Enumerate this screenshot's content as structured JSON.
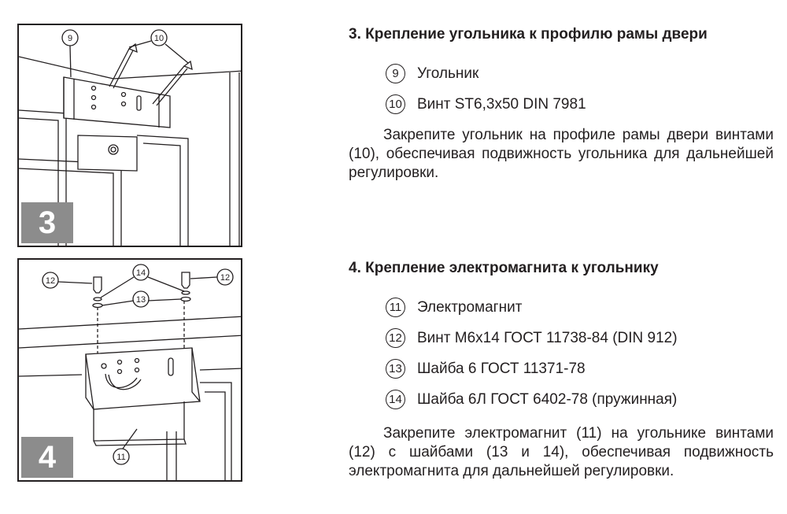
{
  "figures": [
    {
      "step": "3",
      "callouts": [
        "9",
        "10"
      ]
    },
    {
      "step": "4",
      "callouts": [
        "12",
        "14",
        "12",
        "13",
        "11"
      ]
    }
  ],
  "sections": [
    {
      "heading": "3. Крепление угольника к профилю рамы двери",
      "items": [
        {
          "num": "9",
          "label": "Угольник"
        },
        {
          "num": "10",
          "label": "Винт ST6,3x50 DIN 7981"
        }
      ],
      "paragraph": "Закрепите угольник на профиле рамы двери винтами (10), обеспечивая подвижность угольника для дальнейшей регулировки."
    },
    {
      "heading": "4. Крепление электромагнита к угольнику",
      "items": [
        {
          "num": "11",
          "label": "Электромагнит"
        },
        {
          "num": "12",
          "label": "Винт М6x14 ГОСТ 11738-84 (DIN 912)"
        },
        {
          "num": "13",
          "label": "Шайба 6 ГОСТ 11371-78"
        },
        {
          "num": "14",
          "label": "Шайба 6Л ГОСТ 6402-78 (пружинная)"
        }
      ],
      "paragraph": "Закрепите электромагнит (11) на угольнике винтами (12) с шайбами (13 и 14), обеспечивая подвижность электромагнита для дальнейшей регулировки."
    }
  ]
}
